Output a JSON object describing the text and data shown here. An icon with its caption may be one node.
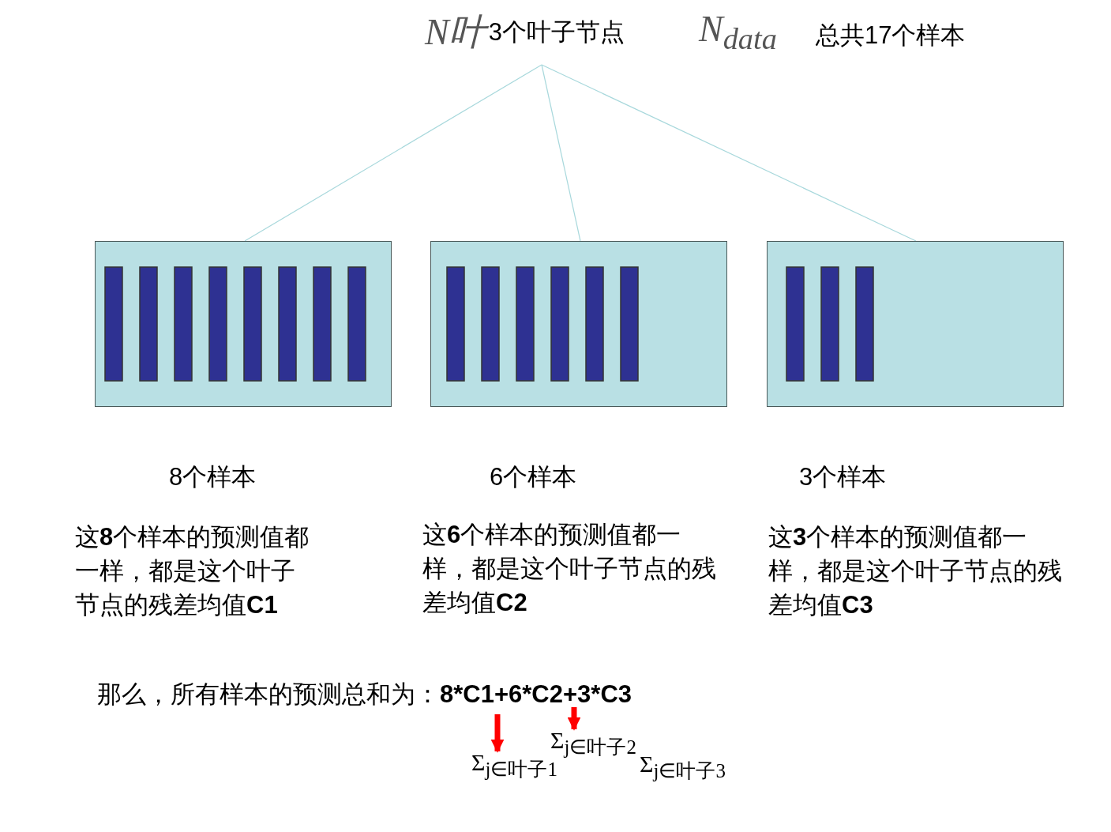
{
  "diagram": {
    "nodes": [
      {
        "text": [
          "N叶",
          "3个叶子节点"
        ]
      },
      {
        "text": [],
        "shape": "box",
        "beside": [
          "8个样本",
          "这**8**个样本的预测值都一样，都是这个叶子节点的残差均值**C1**"
        ]
      },
      {
        "text": [],
        "shape": "box",
        "beside": [
          "6个样本",
          "这**6**个样本的预测值都一样，都是这个叶子节点的残差均值**C2**"
        ]
      },
      {
        "text": [],
        "shape": "box",
        "beside": [
          "3个样本",
          "这**3**个样本的预测值都一样，都是这个叶子节点的残差均值**C3**"
        ]
      },
      {
        "text": [
          "那么，所有样本的预测总和为：",
          "8*C1+6*C2+3*C3"
        ]
      },
      {
        "text": [
          "Σ$_{j∈叶子1}$"
        ]
      },
      {
        "text": [
          "Σ$_{j∈叶子2}$"
        ]
      },
      {
        "text": [
          "Σ$_{j∈叶子3}$"
        ]
      }
    ],
    "edges": [
      {
        "from": 0,
        "to": 1,
        "arrow": "none"
      },
      {
        "from": 0,
        "to": 2,
        "arrow": "none"
      },
      {
        "from": 0,
        "to": 3,
        "arrow": "none"
      },
      {
        "from": 4,
        "to": 5,
        "arrow": "to",
        "style": "thick",
        "color": "#ff0000"
      },
      {
        "from": 4,
        "to": 6,
        "arrow": "to",
        "style": "thick",
        "color": "#ff0000"
      }
    ],
    "labels": [
      "N$_{data}$",
      "总共17个样本"
    ]
  }
}
